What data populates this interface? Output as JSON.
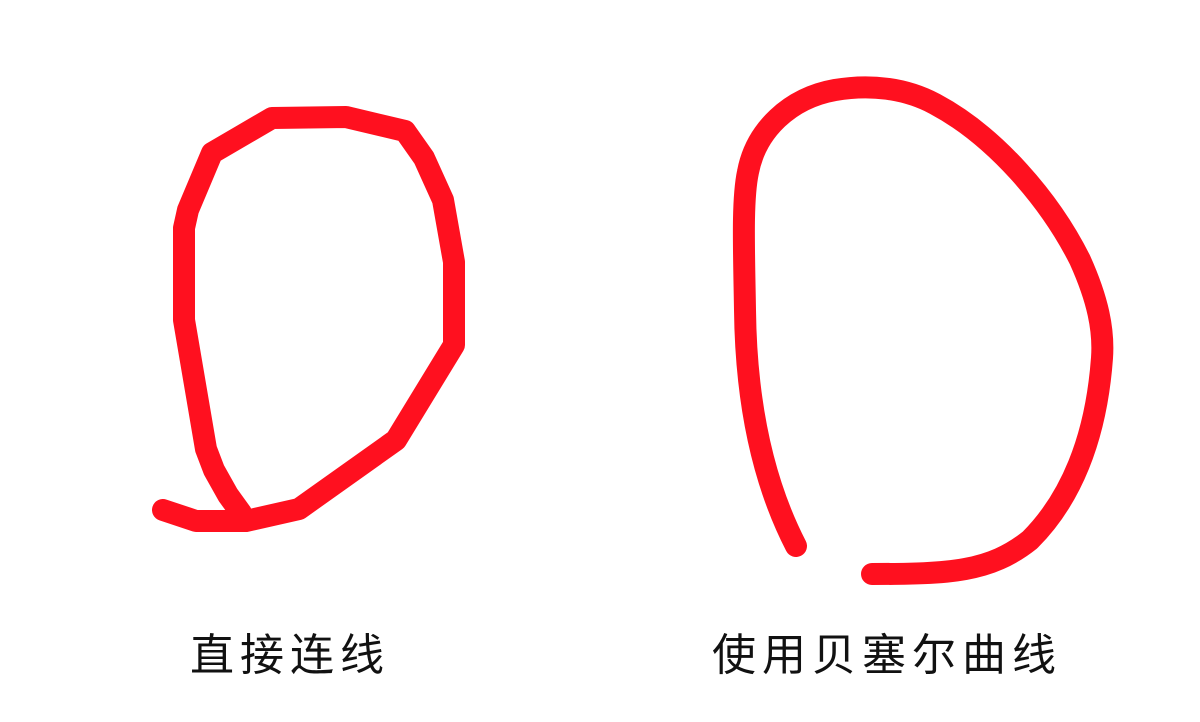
{
  "colors": {
    "stroke": "#ff101f",
    "text": "#111111",
    "background": "#ffffff"
  },
  "panels": [
    {
      "id": "polyline",
      "caption": "直接连线"
    },
    {
      "id": "bezier",
      "caption": "使用贝塞尔曲线"
    }
  ]
}
